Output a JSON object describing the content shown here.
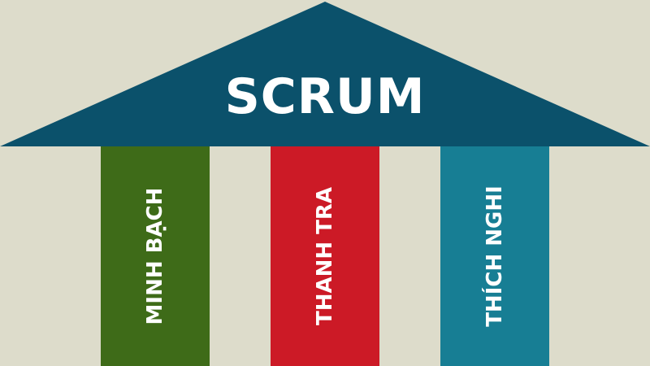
{
  "title": "SCRUM",
  "colors": {
    "background": "#dddccb",
    "roof": "#0b516b",
    "pillar_1": "#3e6b18",
    "pillar_2": "#cc1a26",
    "pillar_3": "#177e94"
  },
  "pillars": [
    {
      "label": "MINH BẠCH"
    },
    {
      "label": "THANH TRA"
    },
    {
      "label": "THÍCH NGHI"
    }
  ]
}
